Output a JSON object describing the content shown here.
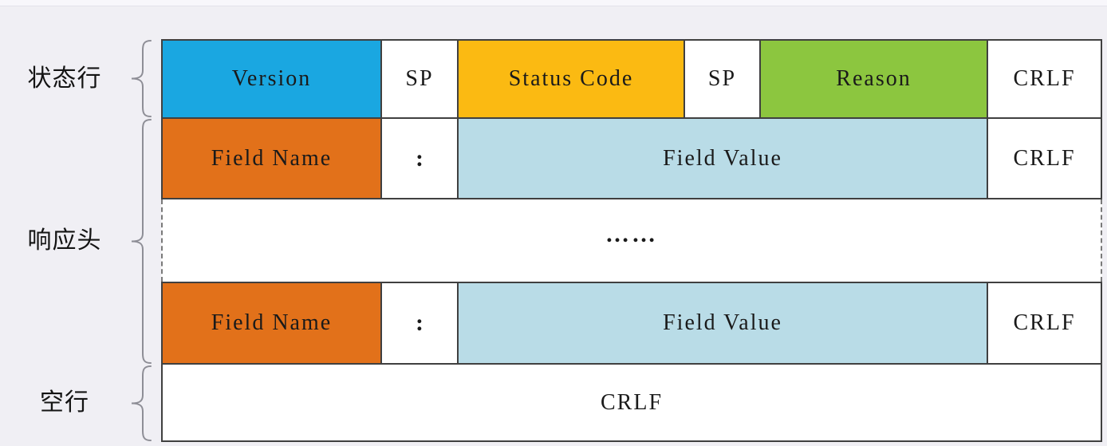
{
  "side_labels": {
    "status_line": "状态行",
    "response_headers": "响应头",
    "blank_line": "空行"
  },
  "status_line_row": {
    "version": "Version",
    "sp1": "SP",
    "status_code": "Status Code",
    "sp2": "SP",
    "reason": "Reason",
    "crlf": "CRLF"
  },
  "header_row_first": {
    "field_name": "Field Name",
    "colon": ":",
    "field_value": "Field Value",
    "crlf": "CRLF"
  },
  "ellipsis_row": {
    "text": "……"
  },
  "header_row_last": {
    "field_name": "Field Name",
    "colon": ":",
    "field_value": "Field Value",
    "crlf": "CRLF"
  },
  "blank_line_row": {
    "crlf": "CRLF"
  },
  "colors": {
    "version_fill": "#1aa7e1",
    "status_code_fill": "#fbba12",
    "reason_fill": "#8cc63f",
    "field_name_fill": "#e2711a",
    "field_value_fill": "#b9dce7",
    "white_fill": "#ffffff",
    "border": "#404040",
    "dashed_border": "#7a7a7a",
    "background": "#f0eff4",
    "brace": "#8e8e96"
  }
}
